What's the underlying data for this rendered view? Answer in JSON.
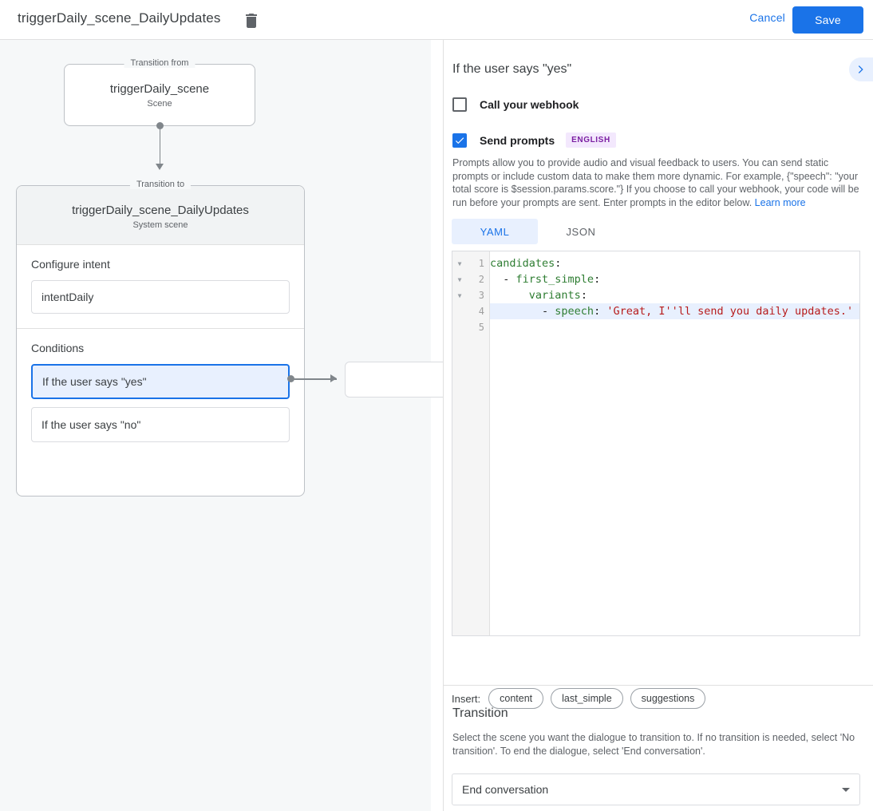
{
  "topbar": {
    "title": "triggerDaily_scene_DailyUpdates",
    "delete_icon": "trash-icon",
    "cancel_label": "Cancel",
    "save_label": "Save"
  },
  "canvas": {
    "transition_from": {
      "legend": "Transition from",
      "title": "triggerDaily_scene",
      "subtitle": "Scene"
    },
    "transition_to": {
      "legend": "Transition to",
      "title": "triggerDaily_scene_DailyUpdates",
      "subtitle": "System scene"
    },
    "configure_intent": {
      "label": "Configure intent",
      "value": "intentDaily"
    },
    "conditions": {
      "label": "Conditions",
      "items": [
        {
          "label": "If the user says \"yes\"",
          "selected": true
        },
        {
          "label": "If the user says \"no\"",
          "selected": false
        }
      ]
    },
    "target_node": {
      "label": ""
    }
  },
  "panel": {
    "header": "If the user says \"yes\"",
    "expand_icon": "chevron-right-icon",
    "webhook": {
      "label": "Call your webhook",
      "checked": false
    },
    "prompts": {
      "label": "Send prompts",
      "checked": true,
      "badge": "ENGLISH",
      "description": "Prompts allow you to provide audio and visual feedback to users. You can send static prompts or include custom data to make them more dynamic. For example, {\"speech\": \"your total score is $session.params.score.\"} If you choose to call your webhook, your code will be run before your prompts are sent. Enter prompts in the editor below. ",
      "learn_more": "Learn more"
    },
    "editor": {
      "tabs": [
        {
          "label": "YAML",
          "active": true
        },
        {
          "label": "JSON",
          "active": false
        }
      ],
      "fold_icon": "triangle-down-icon",
      "lines": [
        {
          "num": "1",
          "foldable": true,
          "highlight": false,
          "tokens": [
            {
              "t": "candidates",
              "c": "key"
            },
            {
              "t": ":",
              "c": "punct"
            }
          ]
        },
        {
          "num": "2",
          "foldable": true,
          "highlight": false,
          "tokens": [
            {
              "t": "  - ",
              "c": "punct"
            },
            {
              "t": "first_simple",
              "c": "key"
            },
            {
              "t": ":",
              "c": "punct"
            }
          ]
        },
        {
          "num": "3",
          "foldable": true,
          "highlight": false,
          "tokens": [
            {
              "t": "      ",
              "c": "punct"
            },
            {
              "t": "variants",
              "c": "key"
            },
            {
              "t": ":",
              "c": "punct"
            }
          ]
        },
        {
          "num": "4",
          "foldable": false,
          "highlight": true,
          "tokens": [
            {
              "t": "        - ",
              "c": "punct"
            },
            {
              "t": "speech",
              "c": "key"
            },
            {
              "t": ": ",
              "c": "punct"
            },
            {
              "t": "'Great, I''ll send you daily updates.'",
              "c": "str"
            }
          ]
        },
        {
          "num": "5",
          "foldable": false,
          "highlight": false,
          "tokens": []
        }
      ]
    },
    "insert": {
      "label": "Insert:",
      "chips": [
        "content",
        "last_simple",
        "suggestions"
      ]
    },
    "transition": {
      "title": "Transition",
      "description": "Select the scene you want the dialogue to transition to. If no transition is needed, select 'No transition'. To end the dialogue, select 'End conversation'.",
      "selected": "End conversation",
      "caret_icon": "caret-down-icon"
    }
  },
  "colors": {
    "accent": "#1a73e8",
    "selected_bg": "#e8f0fe",
    "badge_bg": "#f3e8fd",
    "badge_fg": "#7b1fa2",
    "canvas_bg": "#f6f8f9"
  }
}
